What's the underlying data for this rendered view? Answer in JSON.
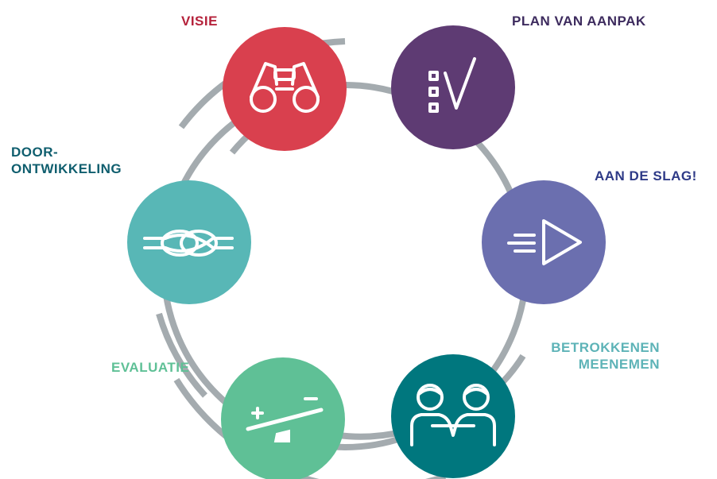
{
  "steps": [
    {
      "id": "visie",
      "label": "VISIE",
      "color": "#D9404E",
      "icon": "binoculars-icon"
    },
    {
      "id": "plan",
      "label": "PLAN VAN AANPAK",
      "color": "#5E3B73",
      "icon": "checklist-icon"
    },
    {
      "id": "slag",
      "label": "AAN DE SLAG!",
      "color": "#6B6FAF",
      "icon": "play-arrow-icon"
    },
    {
      "id": "betrokkenen",
      "label_lines": [
        "BETROKKENEN",
        "MEENEMEN"
      ],
      "color": "#00777E",
      "icon": "two-people-icon"
    },
    {
      "id": "evaluatie",
      "label": "EVALUATIE",
      "color": "#5FC096",
      "icon": "seesaw-plus-minus-icon"
    },
    {
      "id": "doorontwikkeling",
      "label_lines": [
        "DOOR-",
        "ONTWIKKELING"
      ],
      "color": "#58B7B6",
      "icon": "knot-icon"
    }
  ],
  "label_colors": {
    "visie": "#B5223B",
    "plan": "#3D2B5E",
    "slag": "#2E3A87",
    "betrokkenen": "#5DB3B7",
    "evaluatie": "#5FC096",
    "doorontwikkeling": "#0F5E6E"
  },
  "ring_color": "#A4ABAF"
}
